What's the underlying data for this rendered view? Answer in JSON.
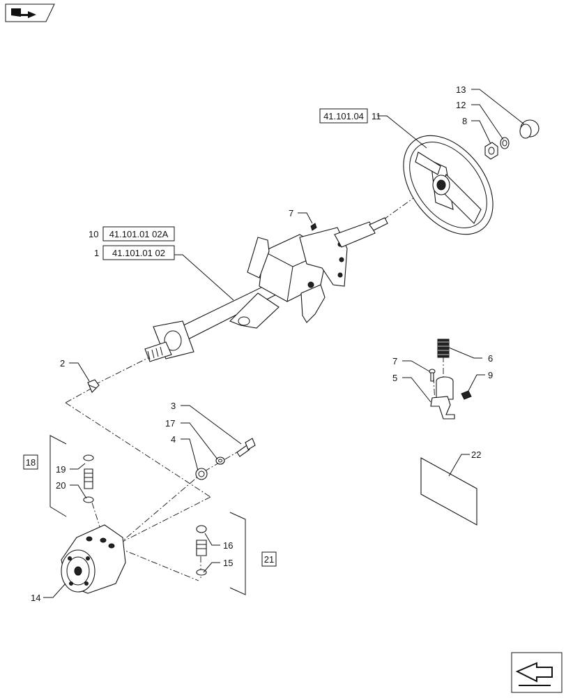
{
  "callouts": {
    "c1": "1",
    "c2": "2",
    "c3": "3",
    "c4": "4",
    "c5": "5",
    "c6": "6",
    "c7a": "7",
    "c7b": "7",
    "c8": "8",
    "c9": "9",
    "c10": "10",
    "c11": "11",
    "c12": "12",
    "c13": "13",
    "c14": "14",
    "c15": "15",
    "c16": "16",
    "c17": "17",
    "c19": "19",
    "c20": "20",
    "c22": "22"
  },
  "references": {
    "wheel_ref": "41.101.04",
    "ref_10": "41.101.01 02A",
    "ref_1": "41.101.01 02",
    "group_18": "18",
    "group_21": "21"
  },
  "icons": {
    "top_left": "book-navigation-icon",
    "bottom_right": "next-page-arrow-icon"
  },
  "colors": {
    "line": "#111111",
    "background": "#ffffff"
  }
}
